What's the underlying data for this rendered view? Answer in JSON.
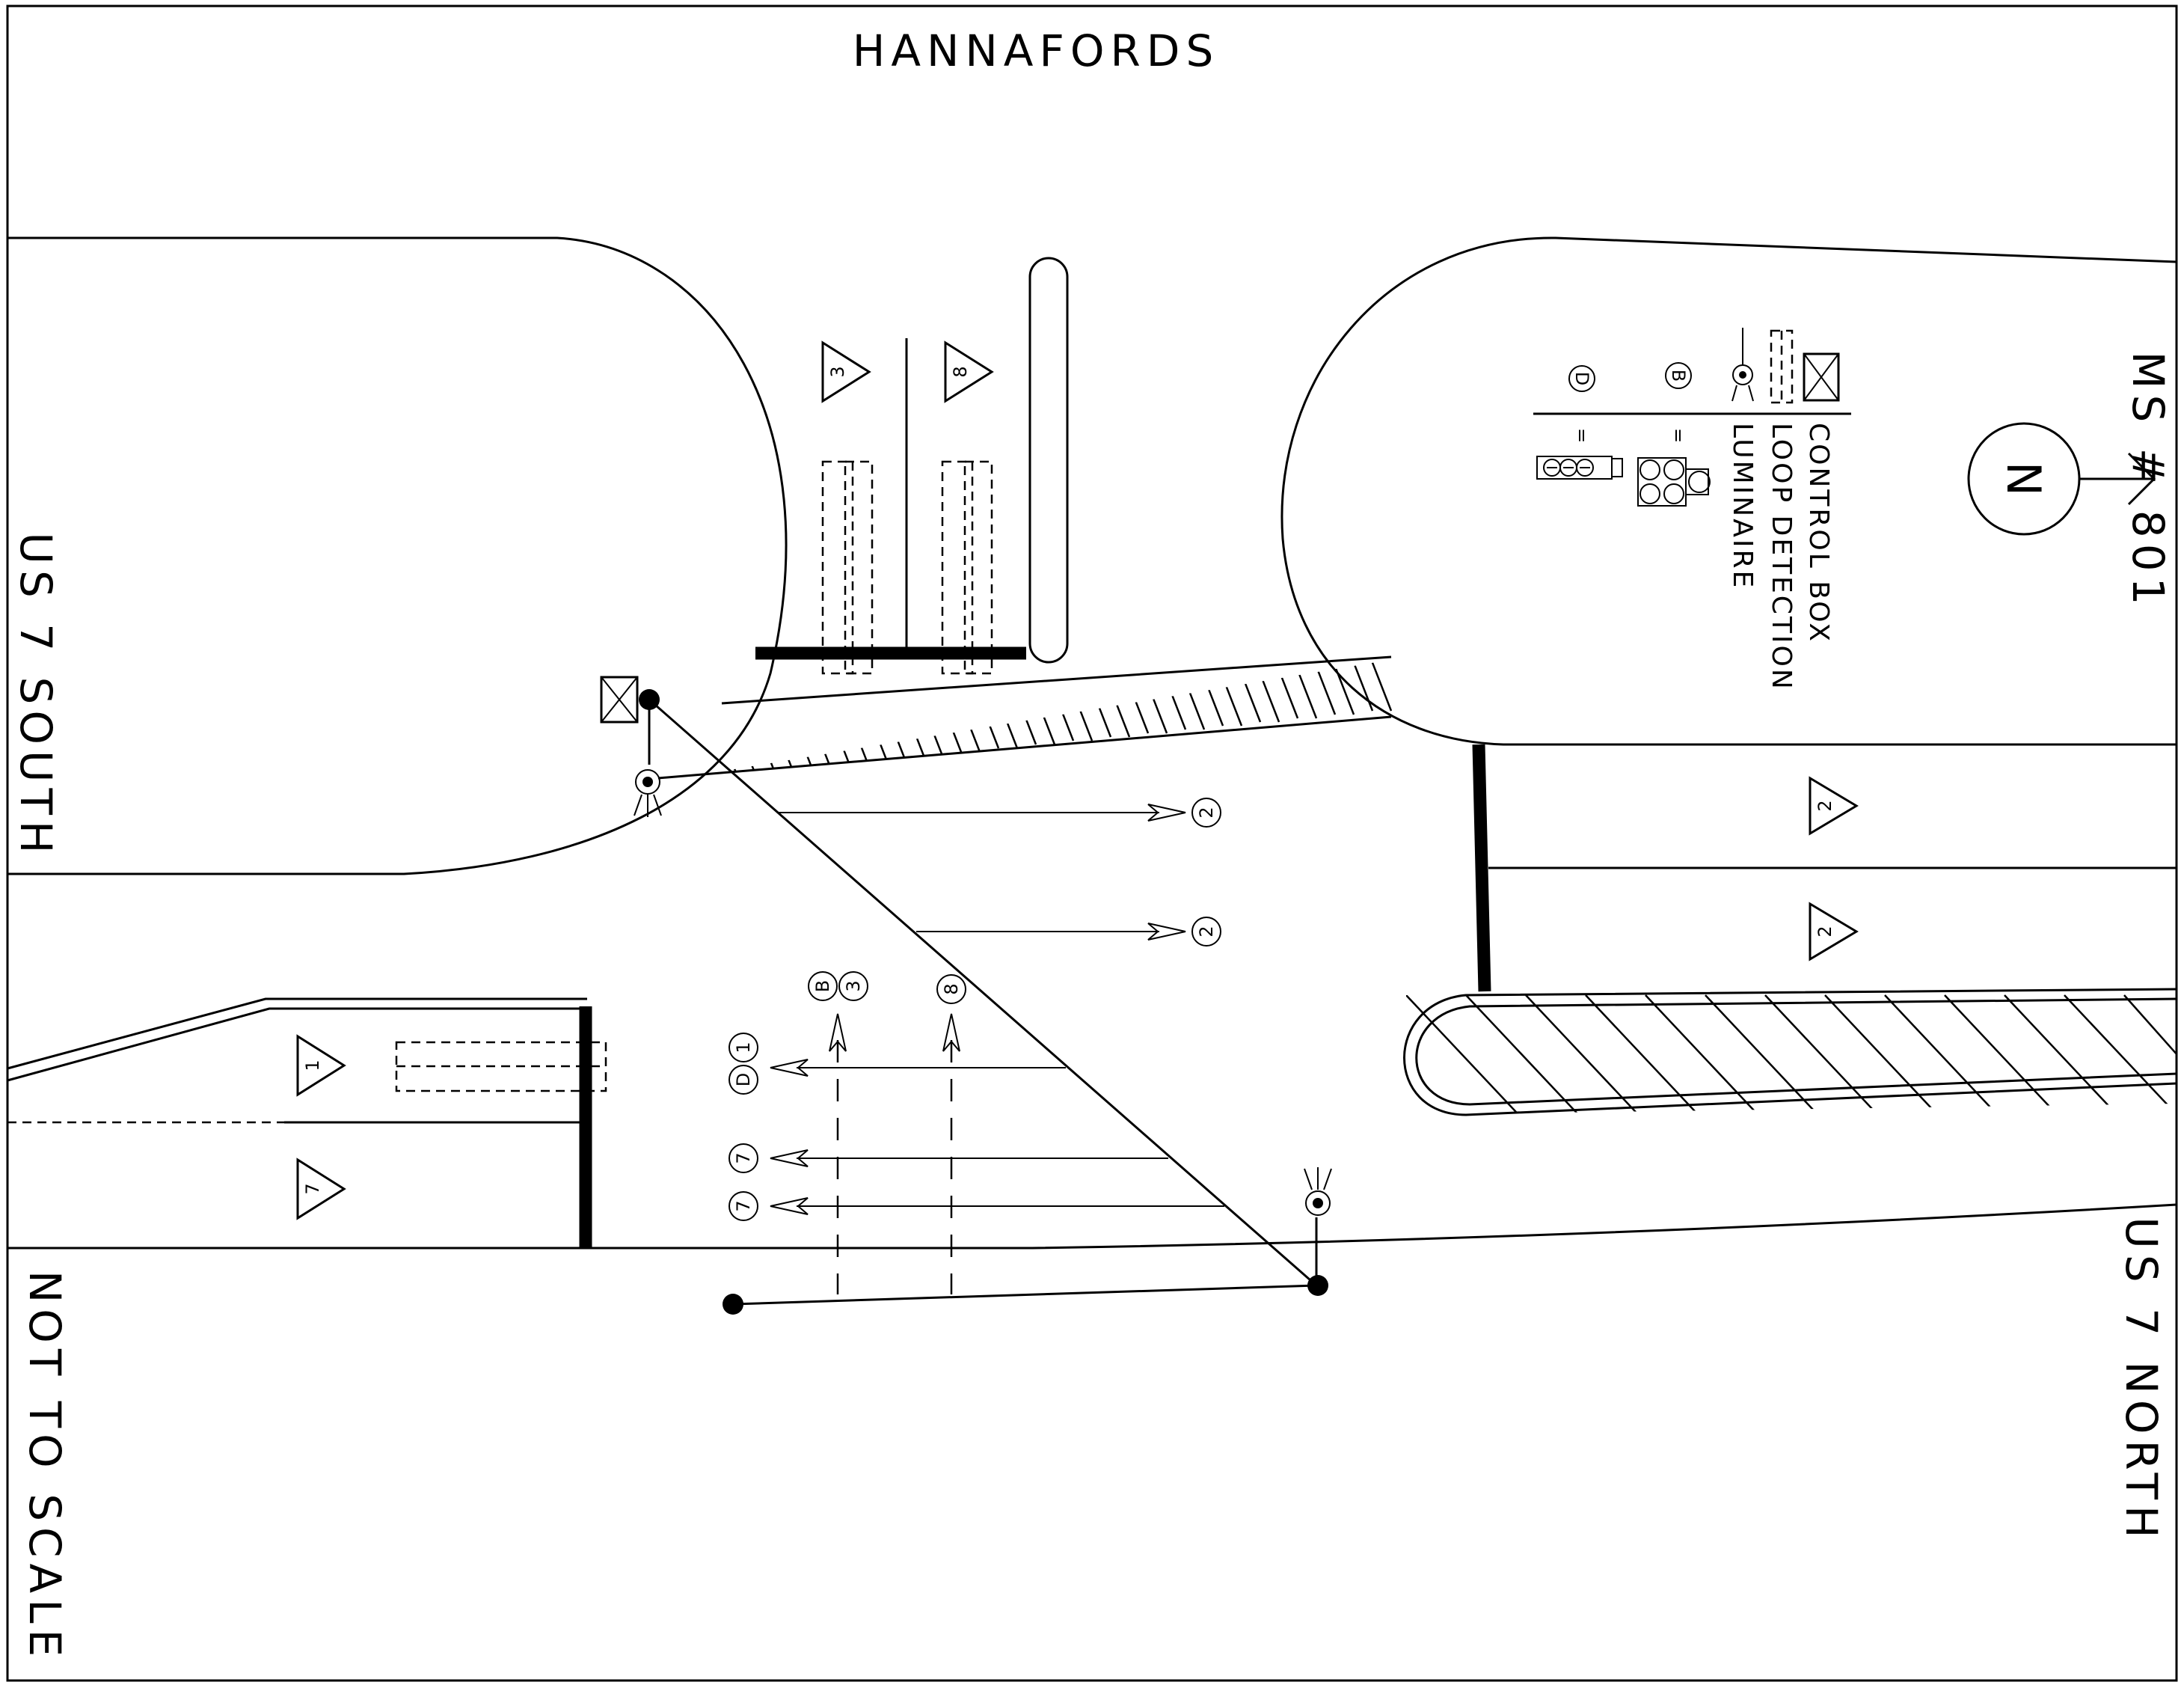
{
  "labels": {
    "top": "HANNAFORDS",
    "left_road": "US 7 SOUTH",
    "right_road": "US 7 NORTH",
    "project": "MS # 801",
    "scale_note": "NOT TO SCALE"
  },
  "north_arrow": {
    "letter": "N"
  },
  "legend": {
    "items": [
      "CONTROL BOX",
      "LOOP DETECTION",
      "LUMINAIRE"
    ],
    "signal_5_section_key": "B",
    "signal_4_section_key": "D",
    "equals": "="
  },
  "lane_triangles": [
    "3",
    "8",
    "2",
    "2",
    "1",
    "7"
  ],
  "signal_heads": [
    "2",
    "2",
    "1",
    "D",
    "7",
    "7",
    "3",
    "B",
    "8"
  ],
  "colors": {
    "ink": "#000000",
    "paper": "#ffffff"
  }
}
